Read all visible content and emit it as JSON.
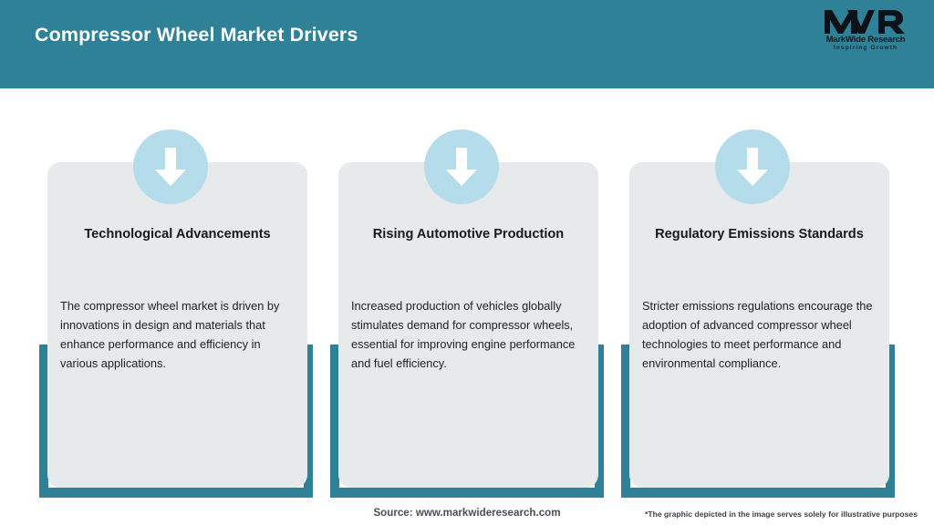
{
  "header": {
    "title": "Compressor Wheel Market Drivers",
    "background_color": "#2e8196",
    "title_color": "#ffffff"
  },
  "logo": {
    "mark": "MWR",
    "name": "MarkWide Research",
    "tagline": "Inspiring Growth",
    "color": "#111820"
  },
  "theme": {
    "accent_color": "#2e8196",
    "card_background": "#e6eaeb",
    "badge_color": "#b5dcea",
    "arrow_color": "#ffffff"
  },
  "cards": [
    {
      "icon": "arrow-down-icon",
      "title": "Technological Advancements",
      "body": "The compressor wheel market is driven by innovations in design and materials that enhance performance and efficiency in various applications."
    },
    {
      "icon": "arrow-down-icon",
      "title": "Rising Automotive Production",
      "body": "Increased production of vehicles globally stimulates demand for compressor wheels, essential for improving engine performance and fuel efficiency."
    },
    {
      "icon": "arrow-down-icon",
      "title": "Regulatory Emissions Standards",
      "body": "Stricter emissions regulations encourage the adoption of advanced compressor wheel technologies to meet performance and environmental compliance."
    }
  ],
  "footer": {
    "source": "Source: www.markwideresearch.com",
    "disclaimer": "*The graphic depicted in the image serves solely for illustrative purposes"
  }
}
